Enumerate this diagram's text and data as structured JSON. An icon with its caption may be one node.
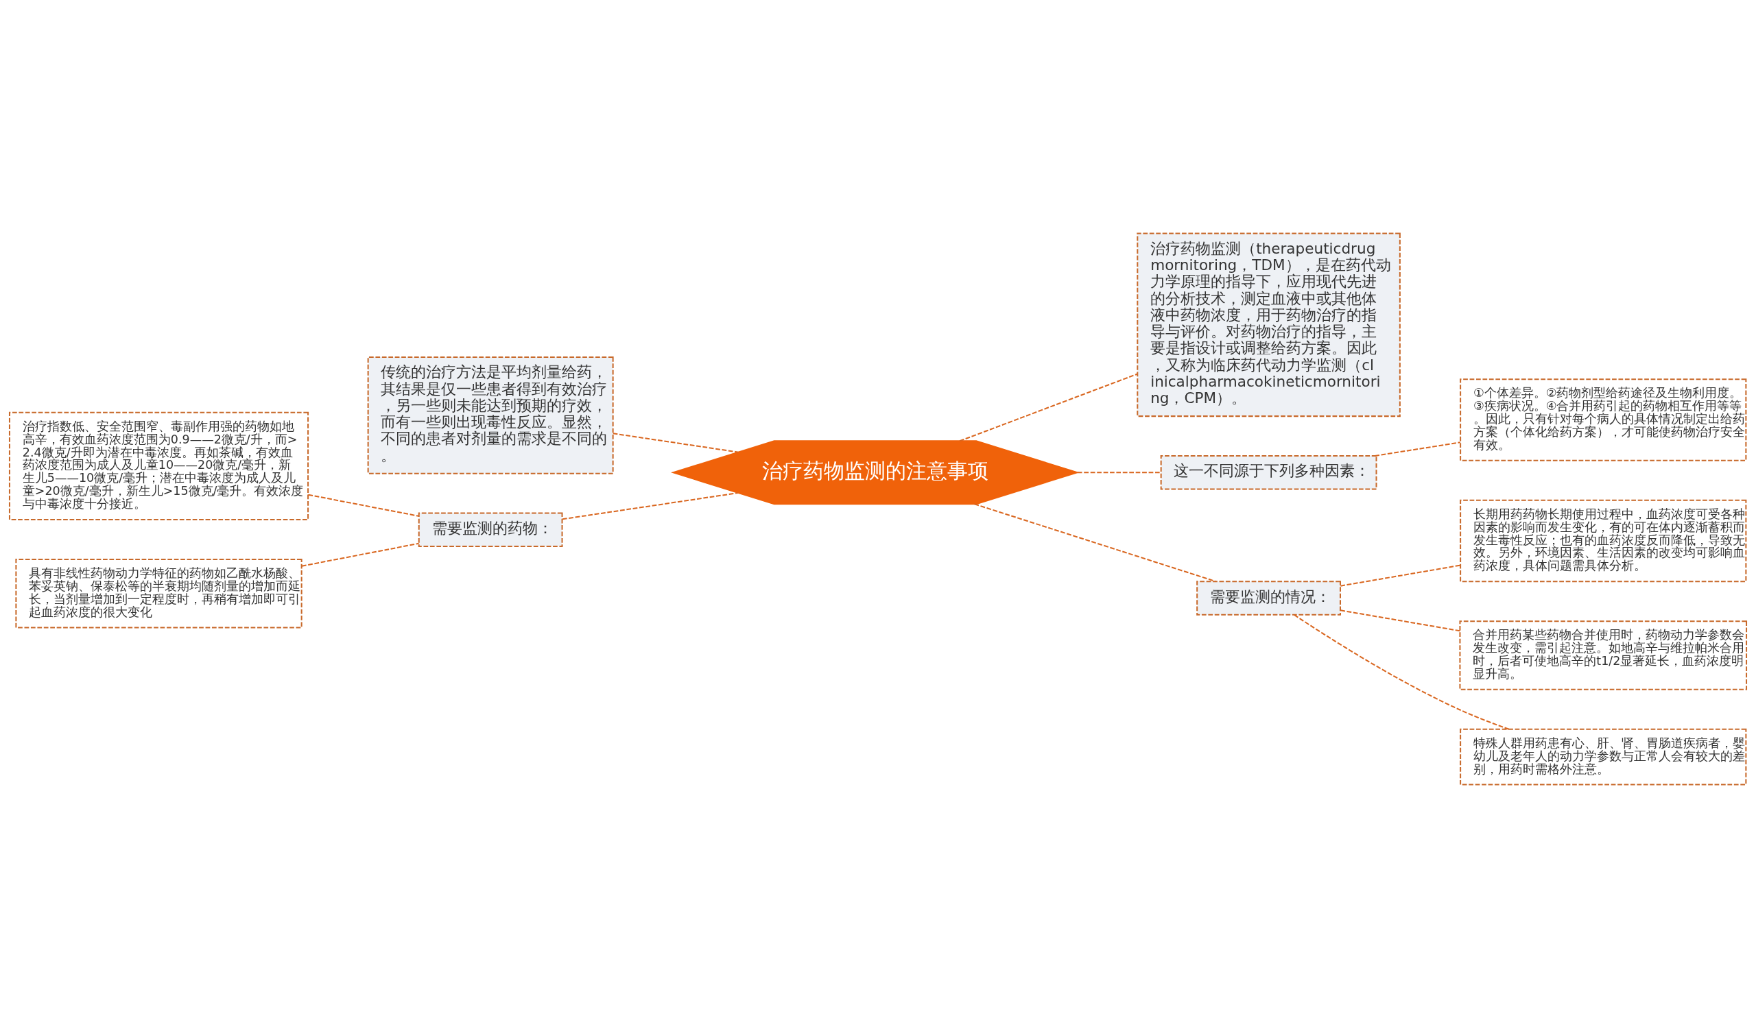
{
  "diagram": {
    "nodes": [
      {
        "text": [
          "治疗药物监测的注意事项"
        ]
      },
      {
        "text": [
          "传统的治疗方法是平均剂量给药，其结果是仅一些患者得到有效治疗，另一些则未能达到预期的疗效，而有一些则出现毒性反应。显然，不同的患者对剂量的需求是不同的。"
        ]
      },
      {
        "text": [
          "需要监测的药物："
        ]
      },
      {
        "text": [
          "治疗指数低、安全范围窄、毒副作用强的药物如地高辛，有效血药浓度范围为0.9——2微克/升，而>2.4微克/升即为潜在中毒浓度。再如茶碱，有效血药浓度范围为成人及儿童10——20微克/毫升，新生儿5——10微克/毫升；潜在中毒浓度为成人及儿童>20微克/毫升，新生儿>15微克/毫升。有效浓度与中毒浓度十分接近。"
        ]
      },
      {
        "text": [
          "具有非线性药物动力学特征的药物如乙酰水杨酸、苯妥英钠、保泰松等的半衰期均随剂量的增加而延长，当剂量增加到一定程度时，再稍有增加即可引起血药浓度的很大变化"
        ]
      },
      {
        "text": [
          "治疗药物监测（therapeuticdrug mornitoring，TDM），是在药代动力学原理的指导下，应用现代先进的分析技术，测定血液中或其他体液中药物浓度，用于药物治疗的指导与评价。对药物治疗的指导，主要是指设计或调整给药方案。因此，又称为临床药代动力学监测（clinicalpharmacokineticmornitoring，CPM）。"
        ]
      },
      {
        "text": [
          "这一不同源于下列多种因素："
        ]
      },
      {
        "text": [
          "①个体差异。②药物剂型给药途径及生物利用度。③疾病状况。④合并用药引起的药物相互作用等等。因此，只有针对每个病人的具体情况制定出给药方案（个体化给药方案），才可能使药物治疗安全有效。"
        ]
      },
      {
        "text": [
          "需要监测的情况："
        ]
      },
      {
        "text": [
          "长期用药药物长期使用过程中，血药浓度可受各种因素的影响而发生变化，有的可在体内逐渐蓄积而发生毒性反应；也有的血药浓度反而降低，导致无效。另外，环境因素、生活因素的改变均可影响血药浓度，具体问题需具体分析。"
        ]
      },
      {
        "text": [
          "合并用药某些药物合并使用时，药物动力学参数会发生改变，需引起注意。如地高辛与维拉帕米合用时，后者可使地高辛的t1/2显著延长，血药浓度明显升高。"
        ]
      },
      {
        "text": [
          "特殊人群用药患有心、肝、肾、胃肠道疾病者，婴幼儿及老年人的动力学参数与正常人会有较大的差别，用药时需格外注意。"
        ]
      }
    ],
    "edges": [
      {
        "from": 0,
        "to": 1,
        "arrow": "none",
        "style": "dashed"
      },
      {
        "from": 0,
        "to": 2,
        "arrow": "none",
        "style": "dashed"
      },
      {
        "from": 2,
        "to": 3,
        "arrow": "none",
        "style": "dashed"
      },
      {
        "from": 2,
        "to": 4,
        "arrow": "none",
        "style": "dashed"
      },
      {
        "from": 0,
        "to": 5,
        "arrow": "none",
        "style": "dashed"
      },
      {
        "from": 0,
        "to": 6,
        "arrow": "none",
        "style": "dashed"
      },
      {
        "from": 6,
        "to": 7,
        "arrow": "none",
        "style": "dashed"
      },
      {
        "from": 0,
        "to": 8,
        "arrow": "none",
        "style": "dashed"
      },
      {
        "from": 8,
        "to": 9,
        "arrow": "none",
        "style": "dashed"
      },
      {
        "from": 8,
        "to": 10,
        "arrow": "none",
        "style": "dashed"
      },
      {
        "from": 8,
        "to": 11,
        "arrow": "none",
        "style": "dashed"
      }
    ]
  }
}
